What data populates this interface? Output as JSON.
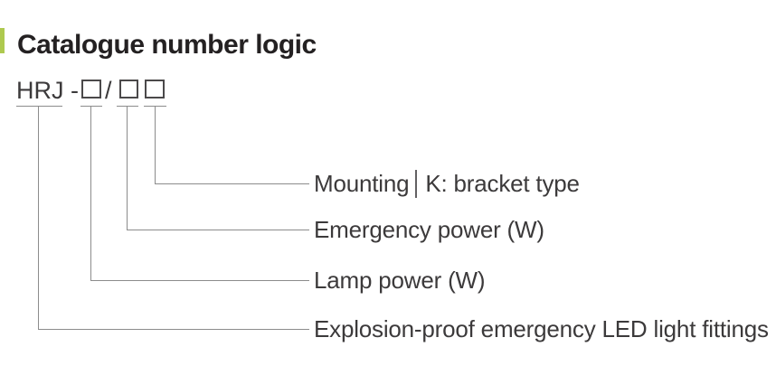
{
  "header": {
    "title": "Catalogue number logic",
    "accent_color": "#aec94f"
  },
  "diagram": {
    "code_prefix": "HRJ -",
    "code_slash": "/",
    "placeholder_boxes": 3,
    "labels": [
      {
        "text": "Mounting",
        "detail": "K: bracket type"
      },
      {
        "text": "Emergency power (W)"
      },
      {
        "text": "Lamp power (W)"
      },
      {
        "text": "Explosion-proof emergency LED light fittings"
      }
    ]
  }
}
